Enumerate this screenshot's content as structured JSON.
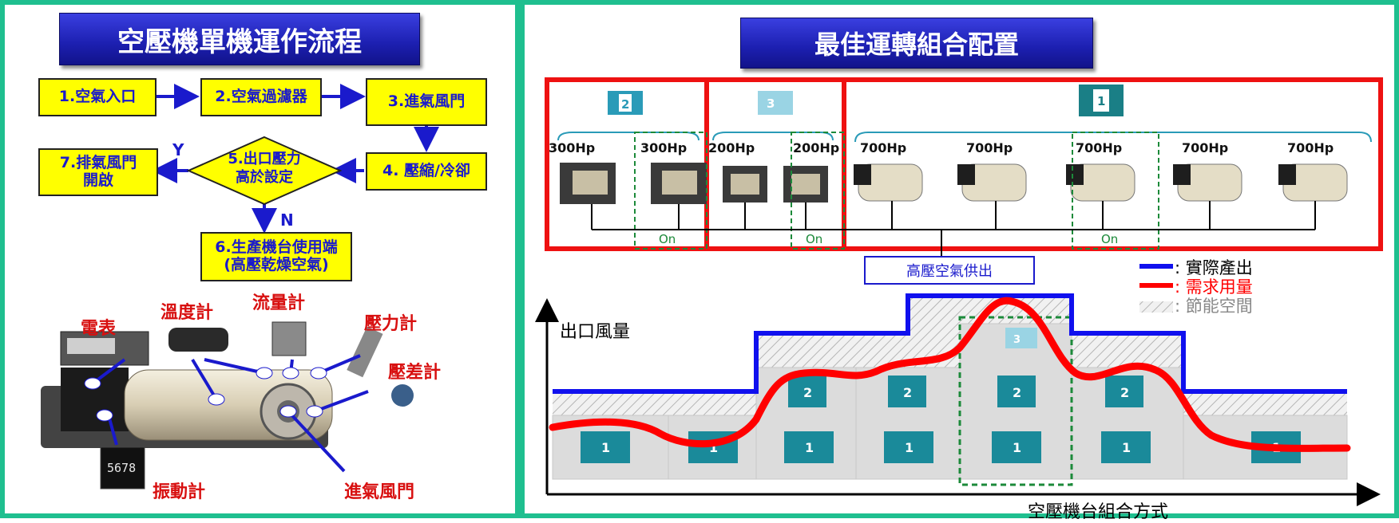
{
  "left": {
    "title": "空壓機單機運作流程",
    "flow": {
      "step1": "1.空氣入口",
      "step2": "2.空氣過濾器",
      "step3": "3.進氣風門",
      "step4": "4. 壓縮/冷卻",
      "step5_line1": "5.出口壓力",
      "step5_line2": "高於設定",
      "step6_line1": "6.生產機台使用端",
      "step6_line2": "(高壓乾燥空氣)",
      "step7_line1": "7.排氣風門",
      "step7_line2": "開啟",
      "yes_label": "Y",
      "no_label": "N"
    },
    "instruments": {
      "meter": "電表",
      "thermometer": "溫度計",
      "flowmeter": "流量計",
      "pressure_gauge": "壓力計",
      "differential_gauge": "壓差計",
      "vibration_meter": "振動計",
      "inlet_valve": "進氣風門",
      "display_value": "5678"
    }
  },
  "right": {
    "title": "最佳運轉組合配置",
    "groups": [
      {
        "badge": "2",
        "labels": [
          "300Hp",
          "300Hp"
        ]
      },
      {
        "badge": "3",
        "labels": [
          "200Hp",
          "200Hp"
        ]
      },
      {
        "badge": "1",
        "labels": [
          "700Hp",
          "700Hp",
          "700Hp",
          "700Hp",
          "700Hp"
        ]
      }
    ],
    "on_labels": [
      "On",
      "On",
      "On"
    ],
    "supply_label": "高壓空氣供出",
    "legend": {
      "actual": ": 實際產出",
      "demand": ": 需求用量",
      "saving": ": 節能空間"
    },
    "y_axis_label": "出口風量",
    "x_axis_label": "空壓機台組合方式",
    "colors": {
      "actual": "#1010ee",
      "demand": "#ff0000",
      "frame": "#ee1111",
      "accent": "#1fbf8f"
    }
  }
}
